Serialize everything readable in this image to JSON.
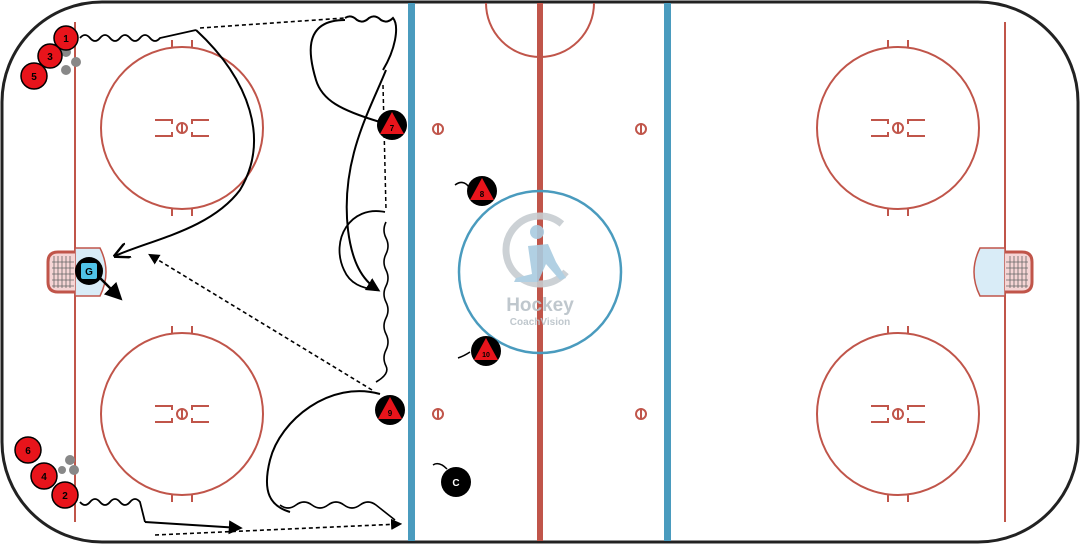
{
  "rink": {
    "board_color": "#222222",
    "red_line_color": "#c0554a",
    "blue_line_color": "#4a9bbe",
    "crease_fill": "#d9ecf7"
  },
  "watermark": {
    "line1": "Hockey",
    "line2": "CoachVision",
    "color": "#b9c2c8"
  },
  "goalie": {
    "label": "G",
    "fill": "#4fc3e8",
    "icon": "goalie-icon"
  },
  "coach": {
    "label": "C",
    "fill": "#000000",
    "icon": "coach-icon"
  },
  "players": [
    {
      "id": "p1",
      "label": "1"
    },
    {
      "id": "p3",
      "label": "3"
    },
    {
      "id": "p5",
      "label": "5"
    },
    {
      "id": "p6",
      "label": "6"
    },
    {
      "id": "p4",
      "label": "4"
    },
    {
      "id": "p2",
      "label": "2"
    }
  ],
  "pylons": [
    {
      "id": "t7",
      "label": "7"
    },
    {
      "id": "t8",
      "label": "8"
    },
    {
      "id": "t9",
      "label": "9"
    },
    {
      "id": "t10",
      "label": "10"
    }
  ],
  "player_fill": "#e8141b"
}
